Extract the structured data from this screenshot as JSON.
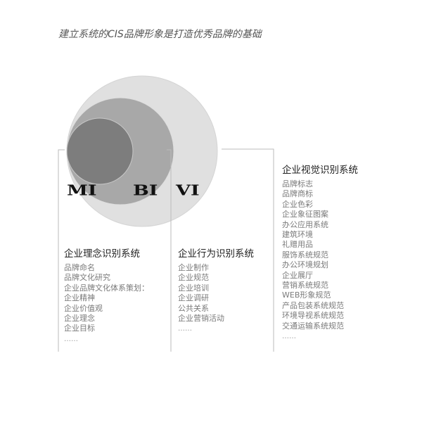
{
  "title": "建立系统的CIS品牌形象是打造优秀品牌的基础",
  "labels": {
    "mi": "MI",
    "bi": "BI",
    "vi": "VI"
  },
  "colors": {
    "outer": "#e0e0e0",
    "middle": "#a8a8a8",
    "inner": "#7d7d7d",
    "line": "#bbbbbb"
  },
  "mi": {
    "heading": "企业理念识别系统",
    "items": [
      "品牌命名",
      "品牌文化研究",
      "企业品牌文化体系策划：",
      "企业精神",
      "企业价值观",
      "企业理念",
      "企业目标"
    ],
    "more": "……"
  },
  "bi": {
    "heading": "企业行为识别系统",
    "items": [
      "企业制作",
      "企业规范",
      "企业培训",
      "企业调研",
      "公共关系",
      "企业营销活动"
    ],
    "more": "……"
  },
  "vi": {
    "heading": "企业视觉识别系统",
    "items": [
      "品牌标志",
      "品牌商标",
      "企业色彩",
      "企业象征图案",
      "办公应用系统",
      "建筑环境",
      "礼赠用品",
      "服饰系统规范",
      "办公环境规划",
      "企业展厅",
      "营销系统规范",
      "WEB形象规范",
      "产品包装系统规范",
      "环境导视系统规范",
      "交通运输系统规范"
    ],
    "more": "……"
  }
}
